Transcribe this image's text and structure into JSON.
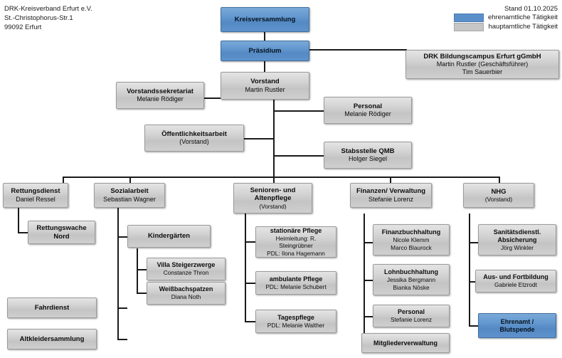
{
  "header": {
    "org_address": "DRK-Kreisverband Erfurt e.V.\nSt.-Christophorus-Str.1\n99092 Erfurt",
    "status_date": "Stand 01.10.2025",
    "legend": [
      {
        "label": "ehrenamtliche Tätigkeit",
        "color": "#5b8fc9",
        "swatch": "blue"
      },
      {
        "label": "hauptamtliche Tätigkeit",
        "color": "#c6c6c6",
        "swatch": "grey"
      }
    ]
  },
  "colors": {
    "volunteer_blue": "#5b8fc9",
    "staff_grey": "#c6c6c6",
    "connector": "#1a1a1a"
  },
  "nodes": {
    "kreisversammlung": {
      "title": "Kreisversammlung",
      "sub1": "",
      "sub2": "",
      "type": "blue"
    },
    "praesidium": {
      "title": "Präsidium",
      "sub1": "",
      "sub2": "",
      "type": "blue"
    },
    "bildungscampus": {
      "title": "DRK Bildungscampus Erfurt gGmbH",
      "sub1": "Martin Rustler (Geschäftsführer)",
      "sub2": "Tim Sauerbier",
      "type": "grey"
    },
    "vorstand": {
      "title": "Vorstand",
      "sub1": "Martin Rustler",
      "sub2": "",
      "type": "grey"
    },
    "vorstandssekretariat": {
      "title": "Vorstandssekretariat",
      "sub1": "Melanie Rödiger",
      "sub2": "",
      "type": "grey"
    },
    "oeffentlichkeitsarbeit": {
      "title": "Öffentlichkeitsarbeit",
      "sub1": "(Vorstand)",
      "sub2": "",
      "type": "grey"
    },
    "personal_vorstand": {
      "title": "Personal",
      "sub1": "Melanie Rödiger",
      "sub2": "",
      "type": "grey"
    },
    "stabsstelle_qmb": {
      "title": "Stabsstelle QMB",
      "sub1": "Holger Siegel",
      "sub2": "",
      "type": "grey"
    },
    "rettungsdienst": {
      "title": "Rettungsdienst",
      "sub1": "Daniel Ressel",
      "sub2": "",
      "type": "grey"
    },
    "rettungswache_nord": {
      "title": "Rettungswache",
      "title2": "Nord",
      "sub1": "",
      "sub2": "",
      "type": "grey"
    },
    "sozialarbeit": {
      "title": "Sozialarbeit",
      "sub1": "Sebastian Wagner",
      "sub2": "",
      "type": "grey"
    },
    "kindergaerten": {
      "title": "Kindergärten",
      "sub1": "",
      "sub2": "",
      "type": "grey"
    },
    "villa_steigerzwerge": {
      "title": "Villa Steigerzwerge",
      "sub1": "Constanze Thron",
      "sub2": "",
      "type": "grey"
    },
    "weissbachspatzen": {
      "title": "Weißbachspatzen",
      "sub1": "Diana Noth",
      "sub2": "",
      "type": "grey"
    },
    "fahrdienst": {
      "title": "Fahrdienst",
      "sub1": "",
      "sub2": "",
      "type": "grey"
    },
    "altkleidersammlung": {
      "title": "Altkleidersammlung",
      "sub1": "",
      "sub2": "",
      "type": "grey"
    },
    "senioren_altenpflege": {
      "title": "Senioren- und",
      "title2": "Altenpflege",
      "sub1": "(Vorstand)",
      "sub2": "",
      "type": "grey"
    },
    "stationaere_pflege": {
      "title": "stationäre Pflege",
      "sub1": "Heimleitung: R. Steingrübner",
      "sub2": "PDL: Ilona Hagemann",
      "type": "grey"
    },
    "ambulante_pflege": {
      "title": "ambulante Pflege",
      "sub1": "PDL: Melanie Schubert",
      "sub2": "",
      "type": "grey"
    },
    "tagespflege": {
      "title": "Tagespflege",
      "sub1": "PDL: Melanie Walther",
      "sub2": "",
      "type": "grey"
    },
    "finanzen_verwaltung": {
      "title": "Finanzen/ Verwaltung",
      "sub1": "Stefanie Lorenz",
      "sub2": "",
      "type": "grey"
    },
    "finanzbuchhaltung": {
      "title": "Finanzbuchhaltung",
      "sub1": "Nicole Klemm",
      "sub2": "Marco Blaurock",
      "type": "grey"
    },
    "lohnbuchhaltung": {
      "title": "Lohnbuchhaltung",
      "sub1": "Jessika Bergmann",
      "sub2": "Bianka Nöske",
      "type": "grey"
    },
    "personal_finanzen": {
      "title": "Personal",
      "sub1": "Stefanie Lorenz",
      "sub2": "",
      "type": "grey"
    },
    "mitgliederverwaltung": {
      "title": "Mitgliederverwaltung",
      "sub1": "",
      "sub2": "",
      "type": "grey"
    },
    "nhg": {
      "title": "NHG",
      "sub1": "(Vorstand)",
      "sub2": "",
      "type": "grey"
    },
    "sanitaetsdienstl_absicherung": {
      "title": "Sanitätsdienstl.",
      "title2": "Absicherung",
      "sub1": "Jörg Winkler",
      "sub2": "",
      "type": "grey"
    },
    "aus_und_fortbildung": {
      "title": "Aus- und Fortbildung",
      "sub1": "Gabriele Etzrodt",
      "sub2": "",
      "type": "grey"
    },
    "ehrenamt_blutspende": {
      "title": "Ehrenamt /",
      "title2": "Blutspende",
      "sub1": "",
      "sub2": "",
      "type": "blue"
    }
  }
}
